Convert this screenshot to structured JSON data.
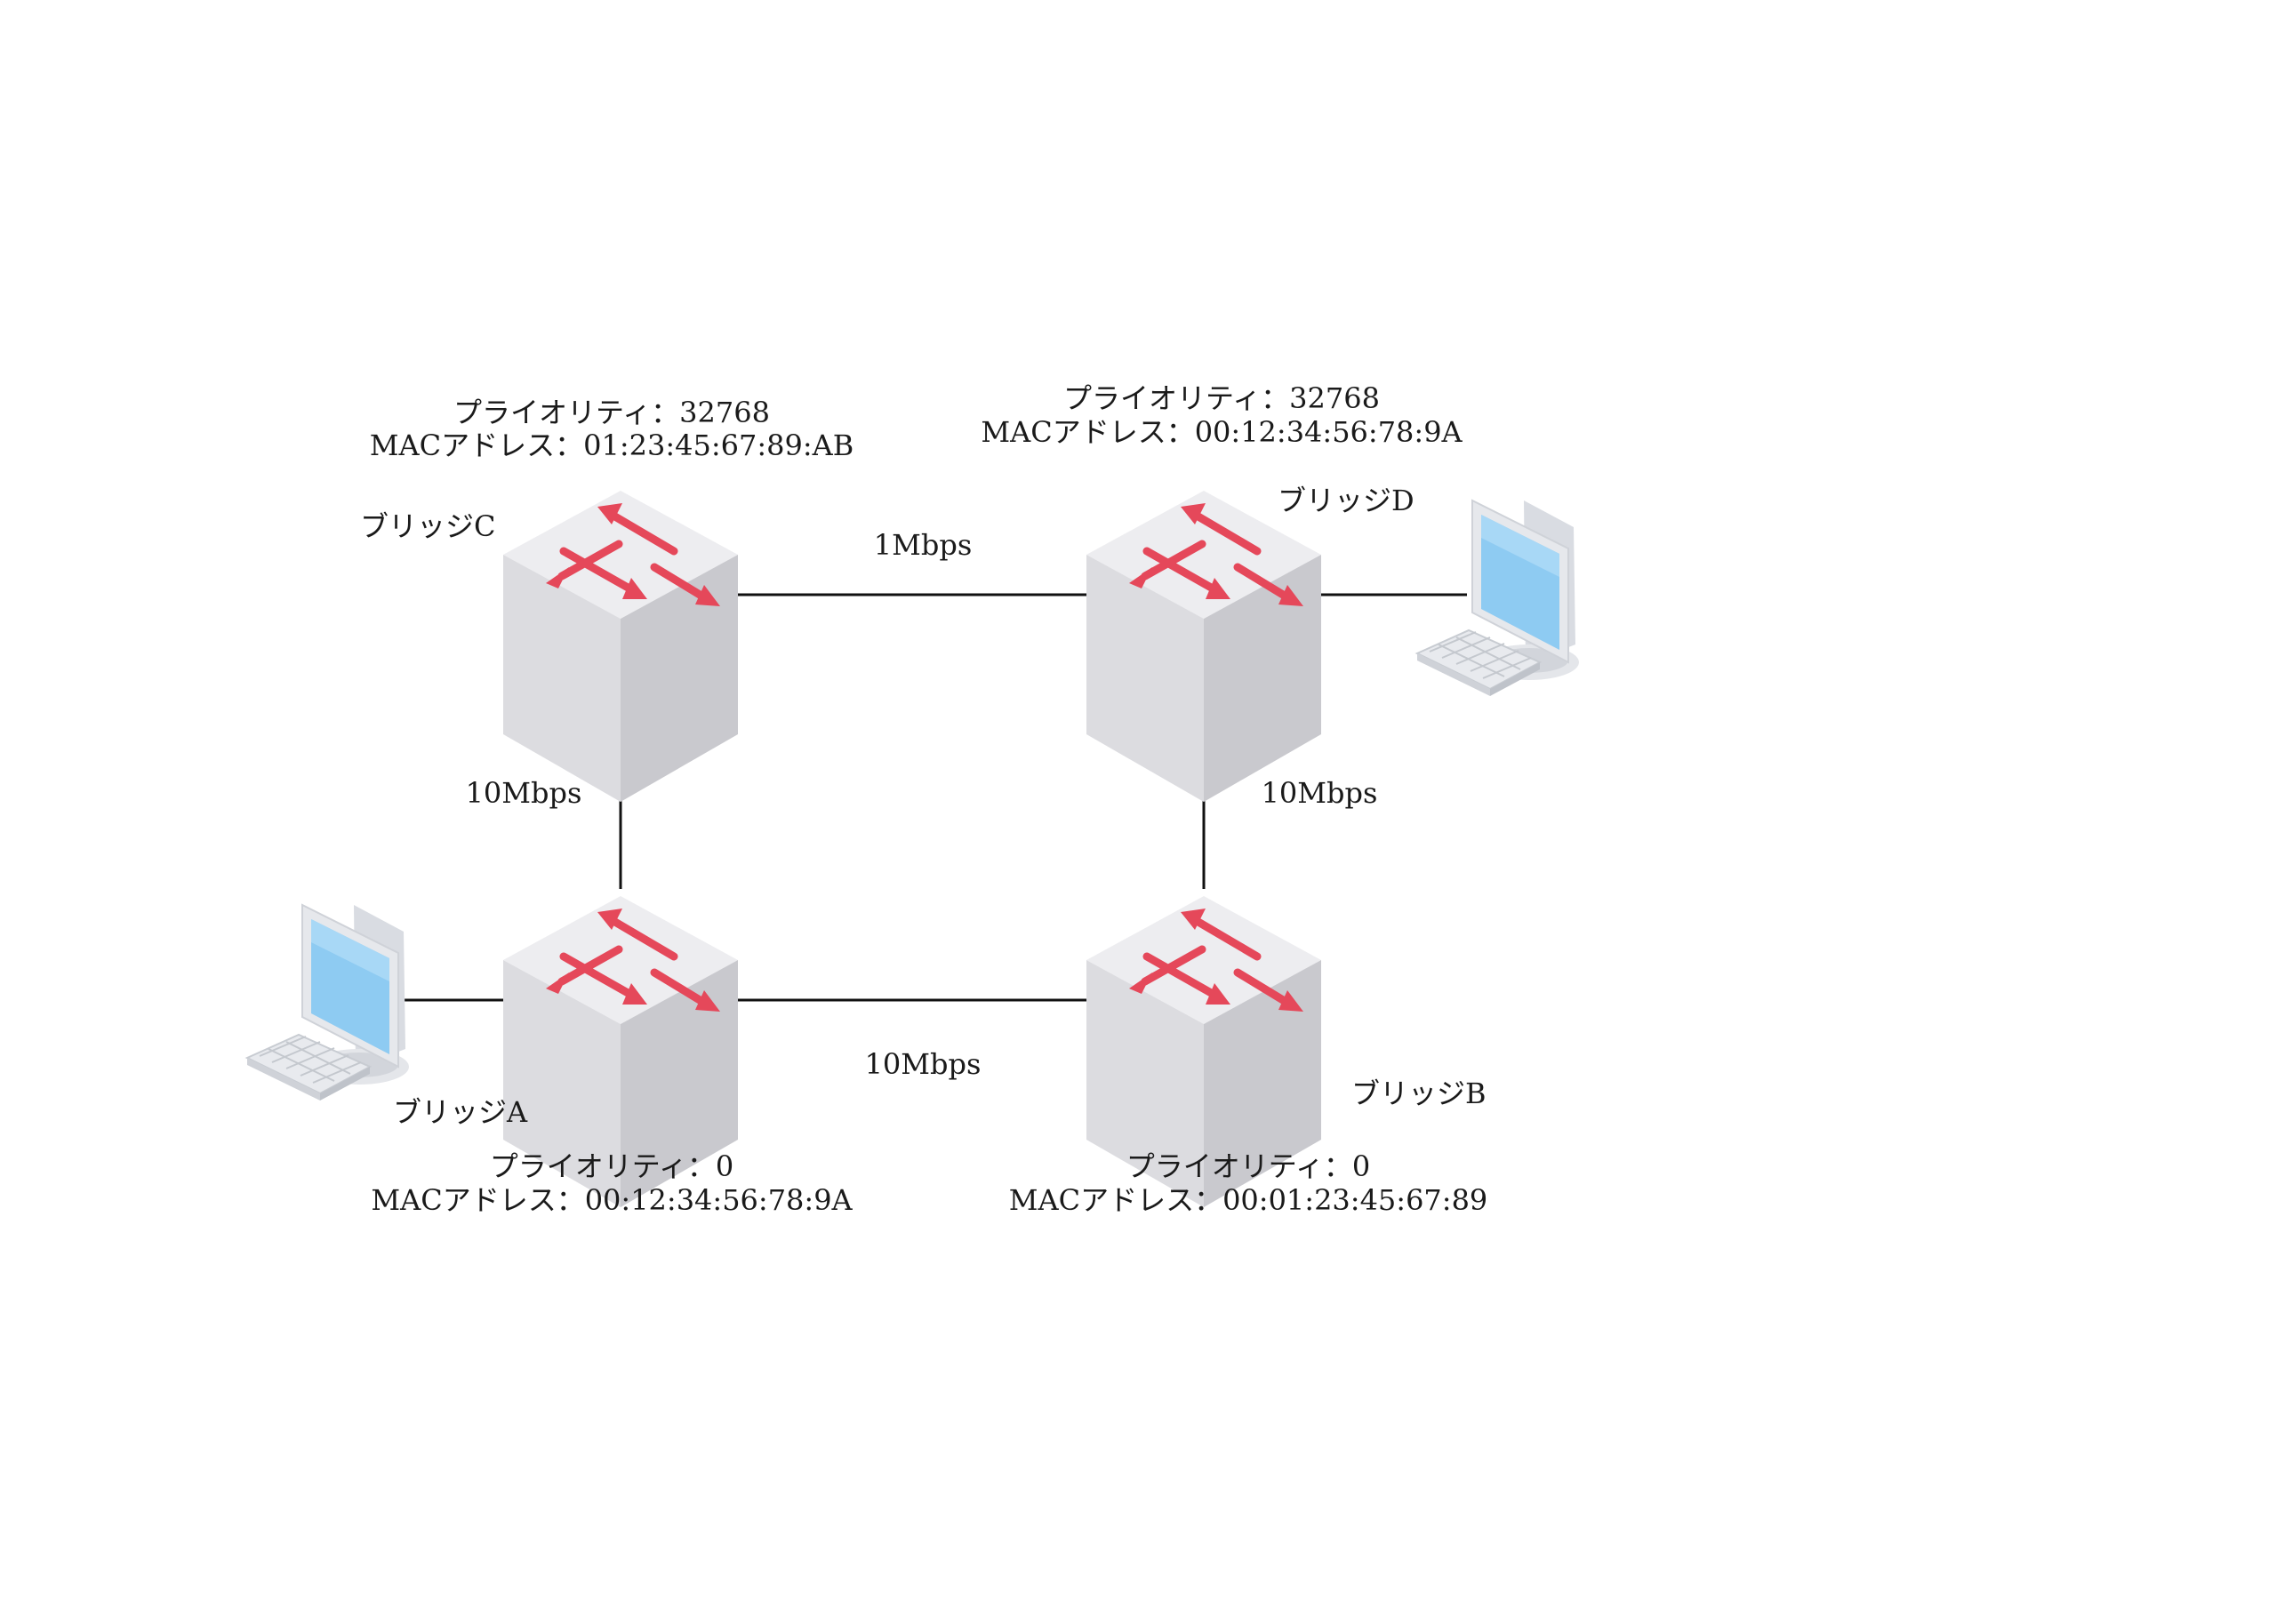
{
  "colors": {
    "background": "#ffffff",
    "link": "#111111",
    "switch_top": "#ededf0",
    "switch_left": "#dcdce0",
    "switch_right": "#c9c9ce",
    "arrow": "#e5485a",
    "screen": "#8ecbf2",
    "monitor_frame": "#e6e8ec"
  },
  "links": {
    "c_d": "1Mbps",
    "c_a": "10Mbps",
    "d_b": "10Mbps",
    "a_b": "10Mbps"
  },
  "bridges": {
    "c": {
      "name": "ブリッジC",
      "priority": "プライオリティ：32768",
      "mac": "MACアドレス：01:23:45:67:89:AB"
    },
    "d": {
      "name": "ブリッジD",
      "priority": "プライオリティ：32768",
      "mac": "MACアドレス：00:12:34:56:78:9A"
    },
    "a": {
      "name": "ブリッジA",
      "priority": "プライオリティ：0",
      "mac": "MACアドレス：00:12:34:56:78:9A"
    },
    "b": {
      "name": "ブリッジB",
      "priority": "プライオリティ：0",
      "mac": "MACアドレス：00:01:23:45:67:89"
    }
  },
  "icons": {
    "switch": "network-switch-icon",
    "pc": "desktop-computer-icon"
  }
}
